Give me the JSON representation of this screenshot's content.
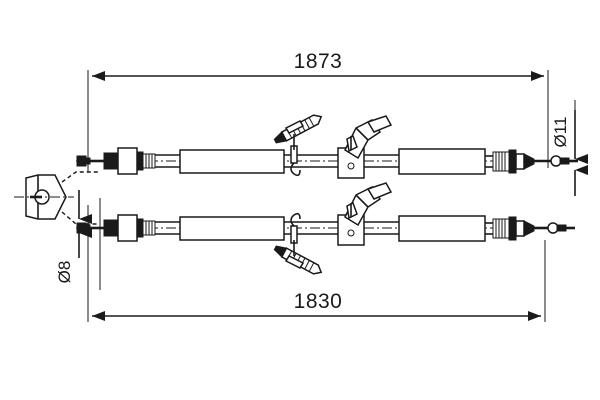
{
  "drawing": {
    "title": "Parking brake cable assembly technical drawing",
    "background_color": "#ffffff",
    "line_color": "#1a1a1a",
    "dimensions": {
      "overall_upper": {
        "label": "1873",
        "name": "upper-cable-overall-length",
        "unit": "mm",
        "position": "top"
      },
      "overall_lower": {
        "label": "1830",
        "name": "lower-cable-overall-length",
        "unit": "mm",
        "position": "bottom"
      },
      "diameter_right": {
        "label": "Ø11",
        "name": "right-end-eyelet-diameter",
        "unit": "mm",
        "position": "right",
        "orientation": "vertical"
      },
      "diameter_left": {
        "label": "Ø8",
        "name": "left-end-fitting-diameter",
        "unit": "mm",
        "position": "left",
        "orientation": "vertical"
      }
    },
    "components": {
      "bracket": "mounting-bracket-plate",
      "upper_cable": "upper-brake-cable",
      "lower_cable": "lower-brake-cable",
      "retaining_clip": "fir-tree-retaining-clip",
      "angled_bracket": "angled-mounting-clamp",
      "tube_sleeve": "protective-tube-sleeve",
      "threaded_fitting": "threaded-end-fitting",
      "eyelet": "cable-end-eyelet"
    }
  }
}
